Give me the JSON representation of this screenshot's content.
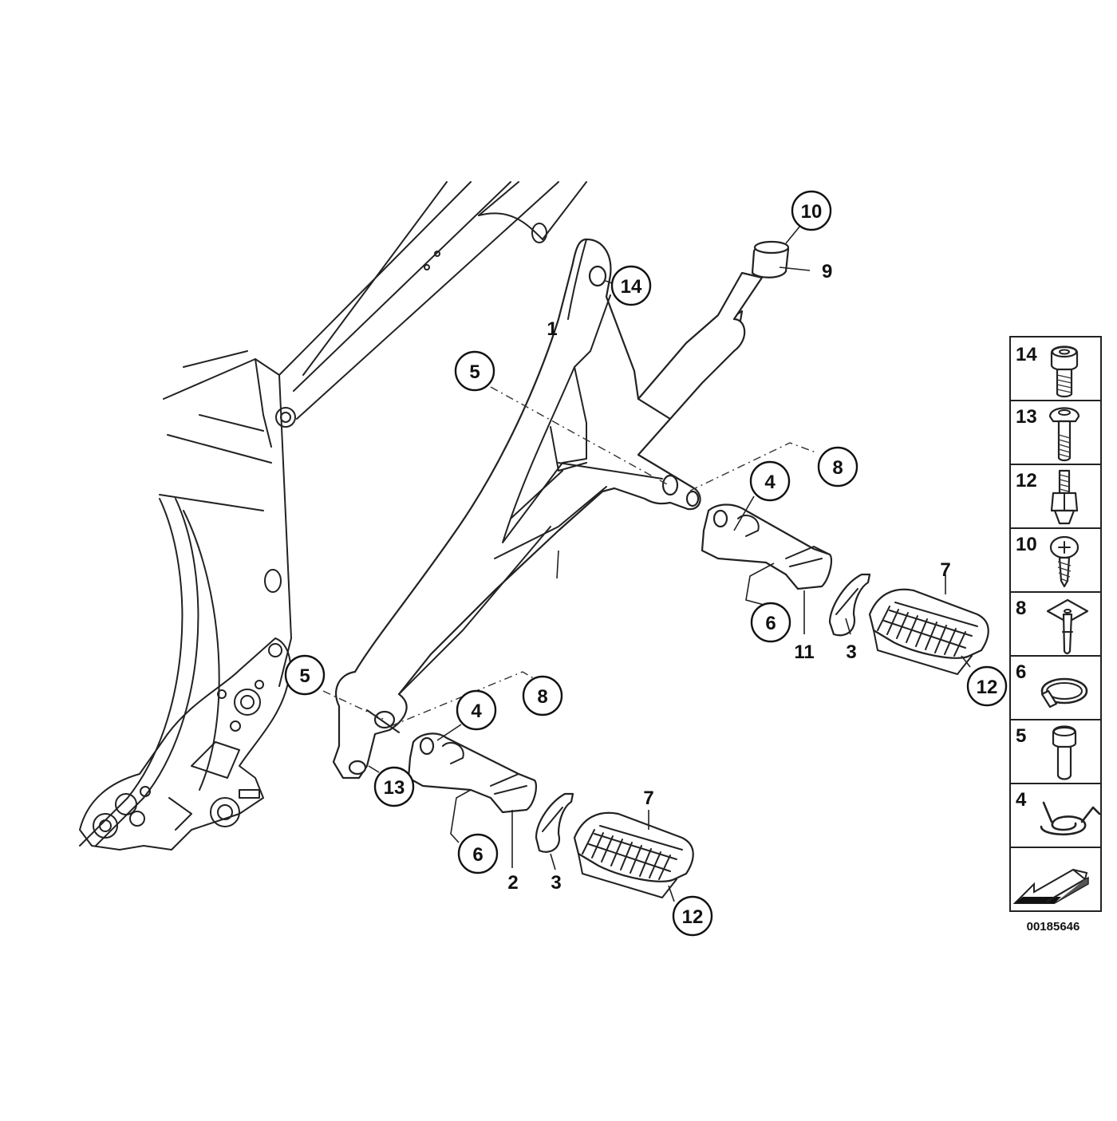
{
  "diagram": {
    "catalog_number": "00185646",
    "callouts": {
      "c10": "10",
      "c14": "14",
      "c5_upper": "5",
      "c8_upper": "8",
      "c4_upper": "4",
      "c6_upper": "6",
      "c12_upper": "12",
      "c5_lower": "5",
      "c8_lower": "8",
      "c4_lower": "4",
      "c13": "13",
      "c6_lower": "6",
      "c12_lower": "12"
    },
    "labels": {
      "l9": "9",
      "l1": "1",
      "l11": "11",
      "l3_upper": "3",
      "l7_upper": "7",
      "l2": "2",
      "l3_lower": "3",
      "l7_lower": "7"
    },
    "legend": [
      {
        "number": "14",
        "icon": "socket-head-screw-icon"
      },
      {
        "number": "13",
        "icon": "pan-head-screw-icon"
      },
      {
        "number": "12",
        "icon": "stud-bolt-icon"
      },
      {
        "number": "10",
        "icon": "tapping-screw-icon"
      },
      {
        "number": "8",
        "icon": "clip-pin-icon"
      },
      {
        "number": "6",
        "icon": "circlip-icon"
      },
      {
        "number": "5",
        "icon": "pin-bolt-icon"
      },
      {
        "number": "4",
        "icon": "torsion-spring-icon"
      },
      {
        "number": "",
        "icon": "direction-arrow-icon"
      }
    ]
  }
}
